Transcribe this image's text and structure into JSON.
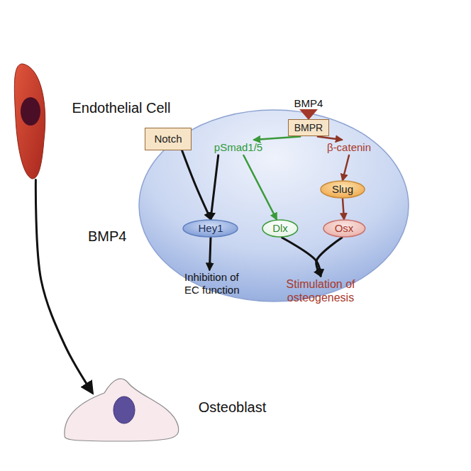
{
  "diagram": {
    "nodes": [
      {
        "text": [
          "Endothelial Cell"
        ]
      },
      {
        "text": [
          "BMPR"
        ]
      },
      {
        "text": [
          "Notch"
        ]
      },
      {
        "text": [
          "pSmad1/5"
        ]
      },
      {
        "text": [
          "β-catenin"
        ]
      },
      {
        "text": [
          "Slug"
        ]
      },
      {
        "text": [
          "Hey1"
        ]
      },
      {
        "text": [
          "Dlx"
        ]
      },
      {
        "text": [
          "Osx"
        ]
      },
      {
        "text": [
          "Inhibition of EC function"
        ]
      },
      {
        "text": [
          "Stimulation of osteogenesis"
        ]
      },
      {
        "text": [
          "Osteoblast"
        ]
      }
    ],
    "edges": [
      {
        "from": 0,
        "to": 11,
        "label": "BMP4",
        "arrow": "to"
      },
      {
        "from": 1,
        "to": 3,
        "arrow": "to"
      },
      {
        "from": 1,
        "to": 4,
        "arrow": "to"
      },
      {
        "from": 4,
        "to": 5,
        "arrow": "to"
      },
      {
        "from": 5,
        "to": 8,
        "arrow": "to"
      },
      {
        "from": 2,
        "to": 6,
        "arrow": "to"
      },
      {
        "from": 3,
        "to": 6,
        "arrow": "to"
      },
      {
        "from": 3,
        "to": 7,
        "arrow": "to"
      },
      {
        "from": 6,
        "to": 9,
        "arrow": "to"
      },
      {
        "from": 7,
        "to": 10,
        "arrow": "to"
      },
      {
        "from": 8,
        "to": 10,
        "arrow": "to"
      }
    ],
    "labels": [
      "BMP4"
    ]
  }
}
